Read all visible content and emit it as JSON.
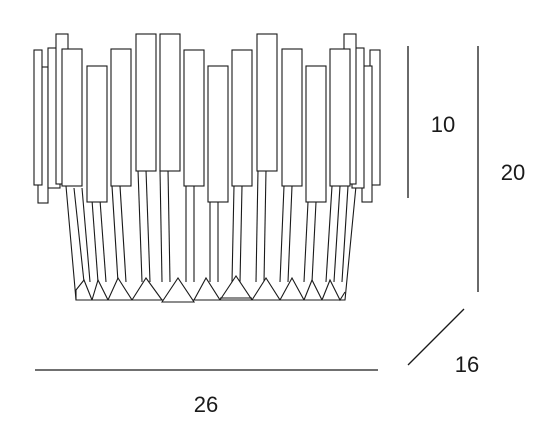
{
  "diagram": {
    "dimensions": {
      "height_upper": "10",
      "height_total": "20",
      "depth": "16",
      "width": "26"
    },
    "colors": {
      "line": "#1a1a1a",
      "background": "#ffffff"
    }
  }
}
